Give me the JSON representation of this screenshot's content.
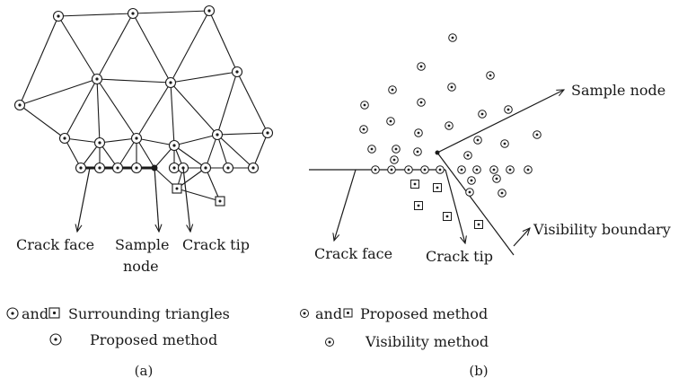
{
  "panel_a": {
    "labels": {
      "crack_face": "Crack face",
      "sample_line1": "Sample",
      "sample_line2": "node",
      "crack_tip": "Crack tip"
    },
    "legend": {
      "and": "and",
      "surrounding": "Surrounding triangles",
      "proposed": "Proposed method"
    },
    "caption": "(a)"
  },
  "panel_b": {
    "labels": {
      "sample_node": "Sample node",
      "visibility_boundary": "Visibility boundary",
      "crack_face": "Crack face",
      "crack_tip": "Crack tip"
    },
    "legend": {
      "and": "and",
      "proposed": "Proposed method",
      "visibility": "Visibility method"
    },
    "caption": "(b)"
  }
}
